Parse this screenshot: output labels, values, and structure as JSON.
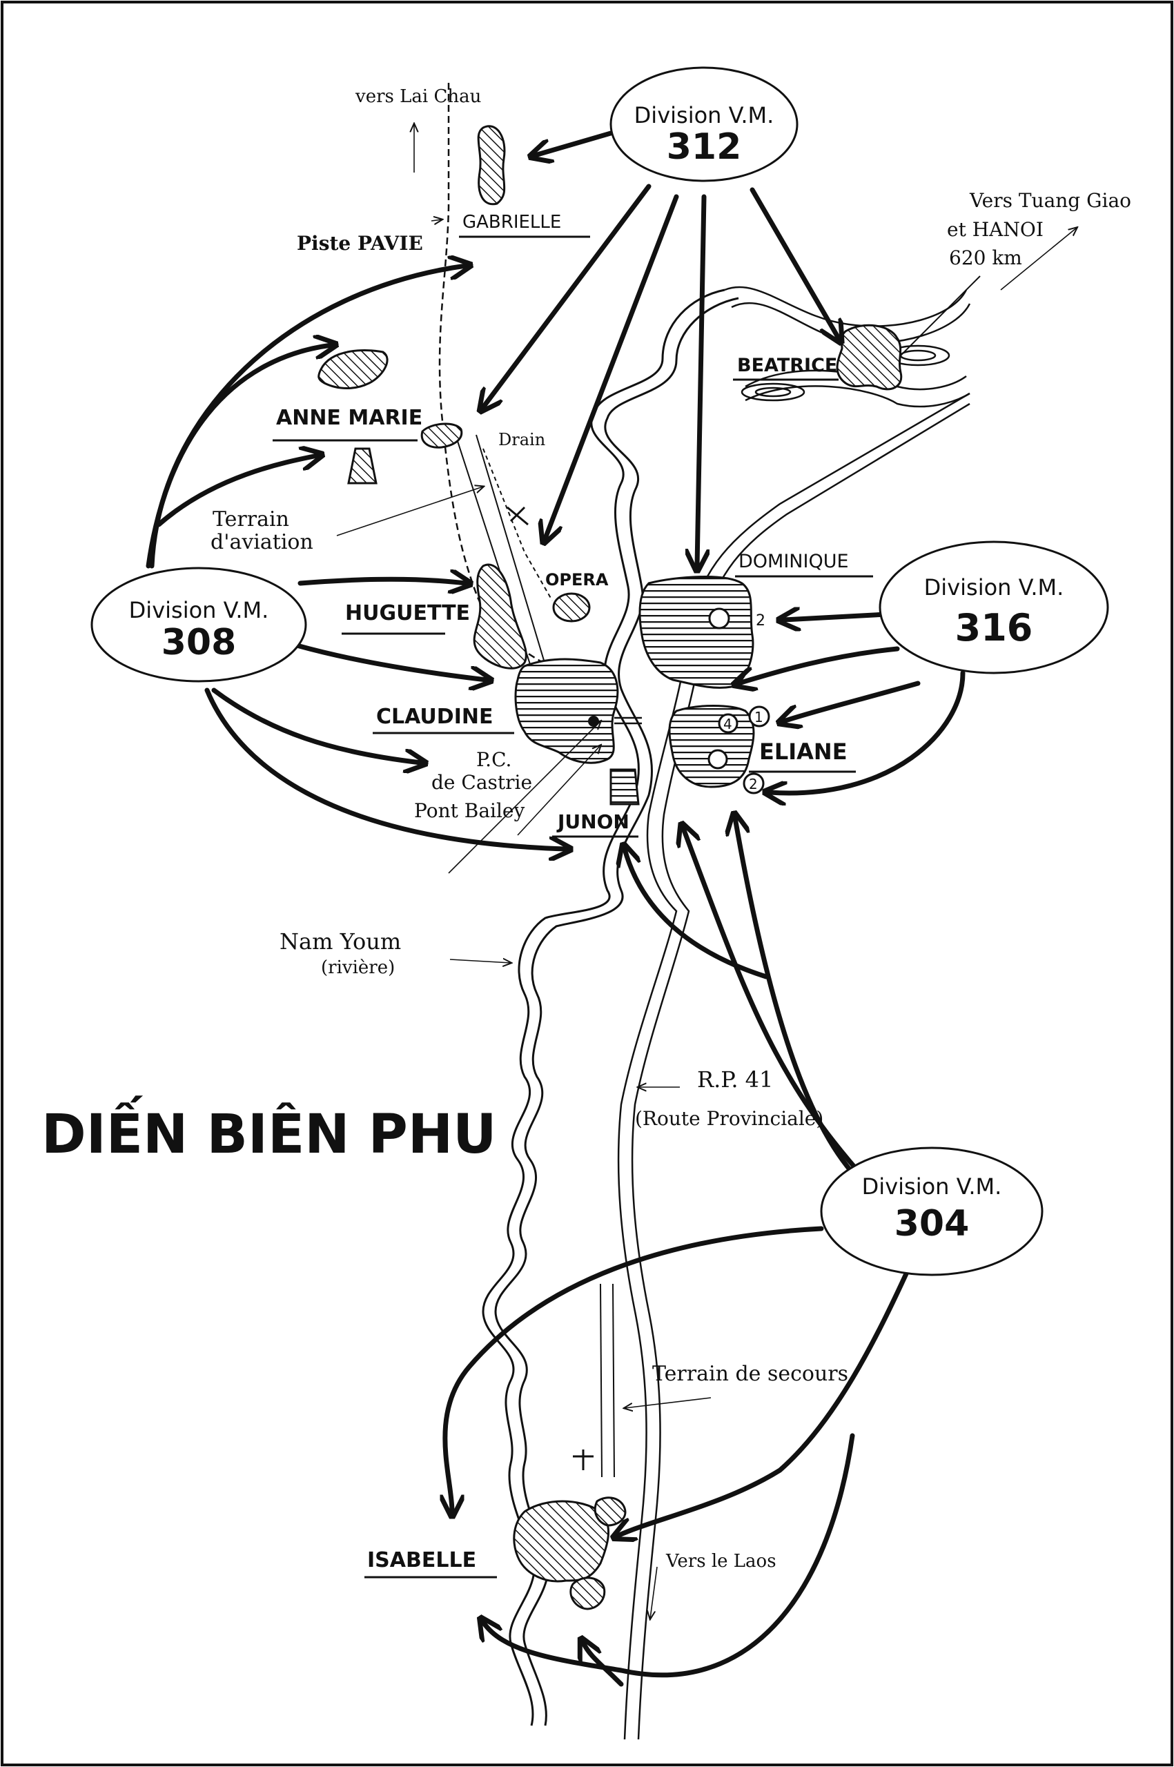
{
  "title": "DIẾN BIÊN PHU",
  "directions": {
    "lai_chau": "vers Lai Chau",
    "tuang_giao": [
      "Vers Tuang Giao",
      "et HANOI",
      "620 km"
    ],
    "laos": "Vers le Laos"
  },
  "strongpoints": {
    "gabrielle": "GABRIELLE",
    "beatrice": "BEATRICE",
    "anne_marie": "ANNE MARIE",
    "dominique": "DOMINIQUE",
    "huguette": "HUGUETTE",
    "opera": "OPERA",
    "claudine": "CLAUDINE",
    "eliane": "ELIANE",
    "junon": "JUNON",
    "isabelle": "ISABELLE"
  },
  "features": {
    "piste_pavie": "Piste PAVIE",
    "drain": "Drain",
    "terrain_aviation": [
      "Terrain",
      "d'aviation"
    ],
    "pc_castrie": [
      "P.C.",
      "de Castrie",
      "Pont Bailey"
    ],
    "nam_youm": [
      "Nam Youm",
      "(rivière)"
    ],
    "rp41": [
      "R.P. 41",
      "(Route Provinciale)"
    ],
    "terrain_secours": "Terrain de secours"
  },
  "divisions": [
    {
      "label": "Division V.M.",
      "number": "312"
    },
    {
      "label": "Division V.M.",
      "number": "308"
    },
    {
      "label": "Division V.M.",
      "number": "316"
    },
    {
      "label": "Division V.M.",
      "number": "304"
    }
  ],
  "markers": [
    "1",
    "2",
    "2",
    "4"
  ]
}
